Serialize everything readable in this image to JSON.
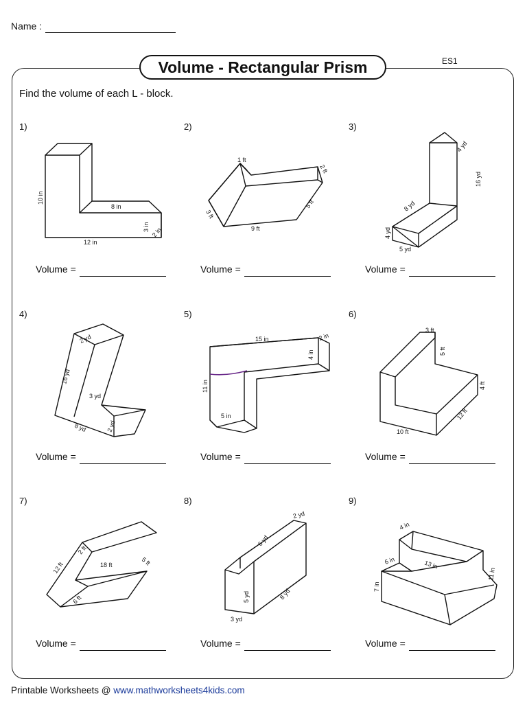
{
  "header": {
    "name_label": "Name :",
    "title": "Volume - Rectangular Prism",
    "code": "ES1"
  },
  "instructions": "Find the volume of each L - block.",
  "problems": [
    {
      "number": "1)",
      "volume_label": "Volume =",
      "dims": [
        "10 in",
        "8 in",
        "12 in",
        "3 in",
        "2 in"
      ]
    },
    {
      "number": "2)",
      "volume_label": "Volume =",
      "dims": [
        "1 ft",
        "2 ft",
        "3 ft",
        "9 ft",
        "5 ft"
      ]
    },
    {
      "number": "3)",
      "volume_label": "Volume =",
      "dims": [
        "4 yd",
        "16 yd",
        "8 yd",
        "4 yd",
        "5 yd"
      ]
    },
    {
      "number": "4)",
      "volume_label": "Volume =",
      "dims": [
        "2 yd",
        "16 yd",
        "3 yd",
        "8 yd",
        "2 yd"
      ]
    },
    {
      "number": "5)",
      "volume_label": "Volume =",
      "dims": [
        "15 in",
        "2 in",
        "4 in",
        "11 in",
        "5 in"
      ]
    },
    {
      "number": "6)",
      "volume_label": "Volume =",
      "dims": [
        "3 ft",
        "5 ft",
        "4 ft",
        "10 ft",
        "12 ft"
      ]
    },
    {
      "number": "7)",
      "volume_label": "Volume =",
      "dims": [
        "12 ft",
        "2 ft",
        "18 ft",
        "5 ft",
        "6 ft"
      ]
    },
    {
      "number": "8)",
      "volume_label": "Volume =",
      "dims": [
        "2 yd",
        "6 yd",
        "5 yd",
        "8 yd",
        "3 yd"
      ]
    },
    {
      "number": "9)",
      "volume_label": "Volume =",
      "dims": [
        "4 in",
        "6 in",
        "13 in",
        "7 in",
        "11 in"
      ]
    }
  ],
  "footer": {
    "prefix": "Printable Worksheets @ ",
    "link": "www.mathworksheets4kids.com"
  }
}
